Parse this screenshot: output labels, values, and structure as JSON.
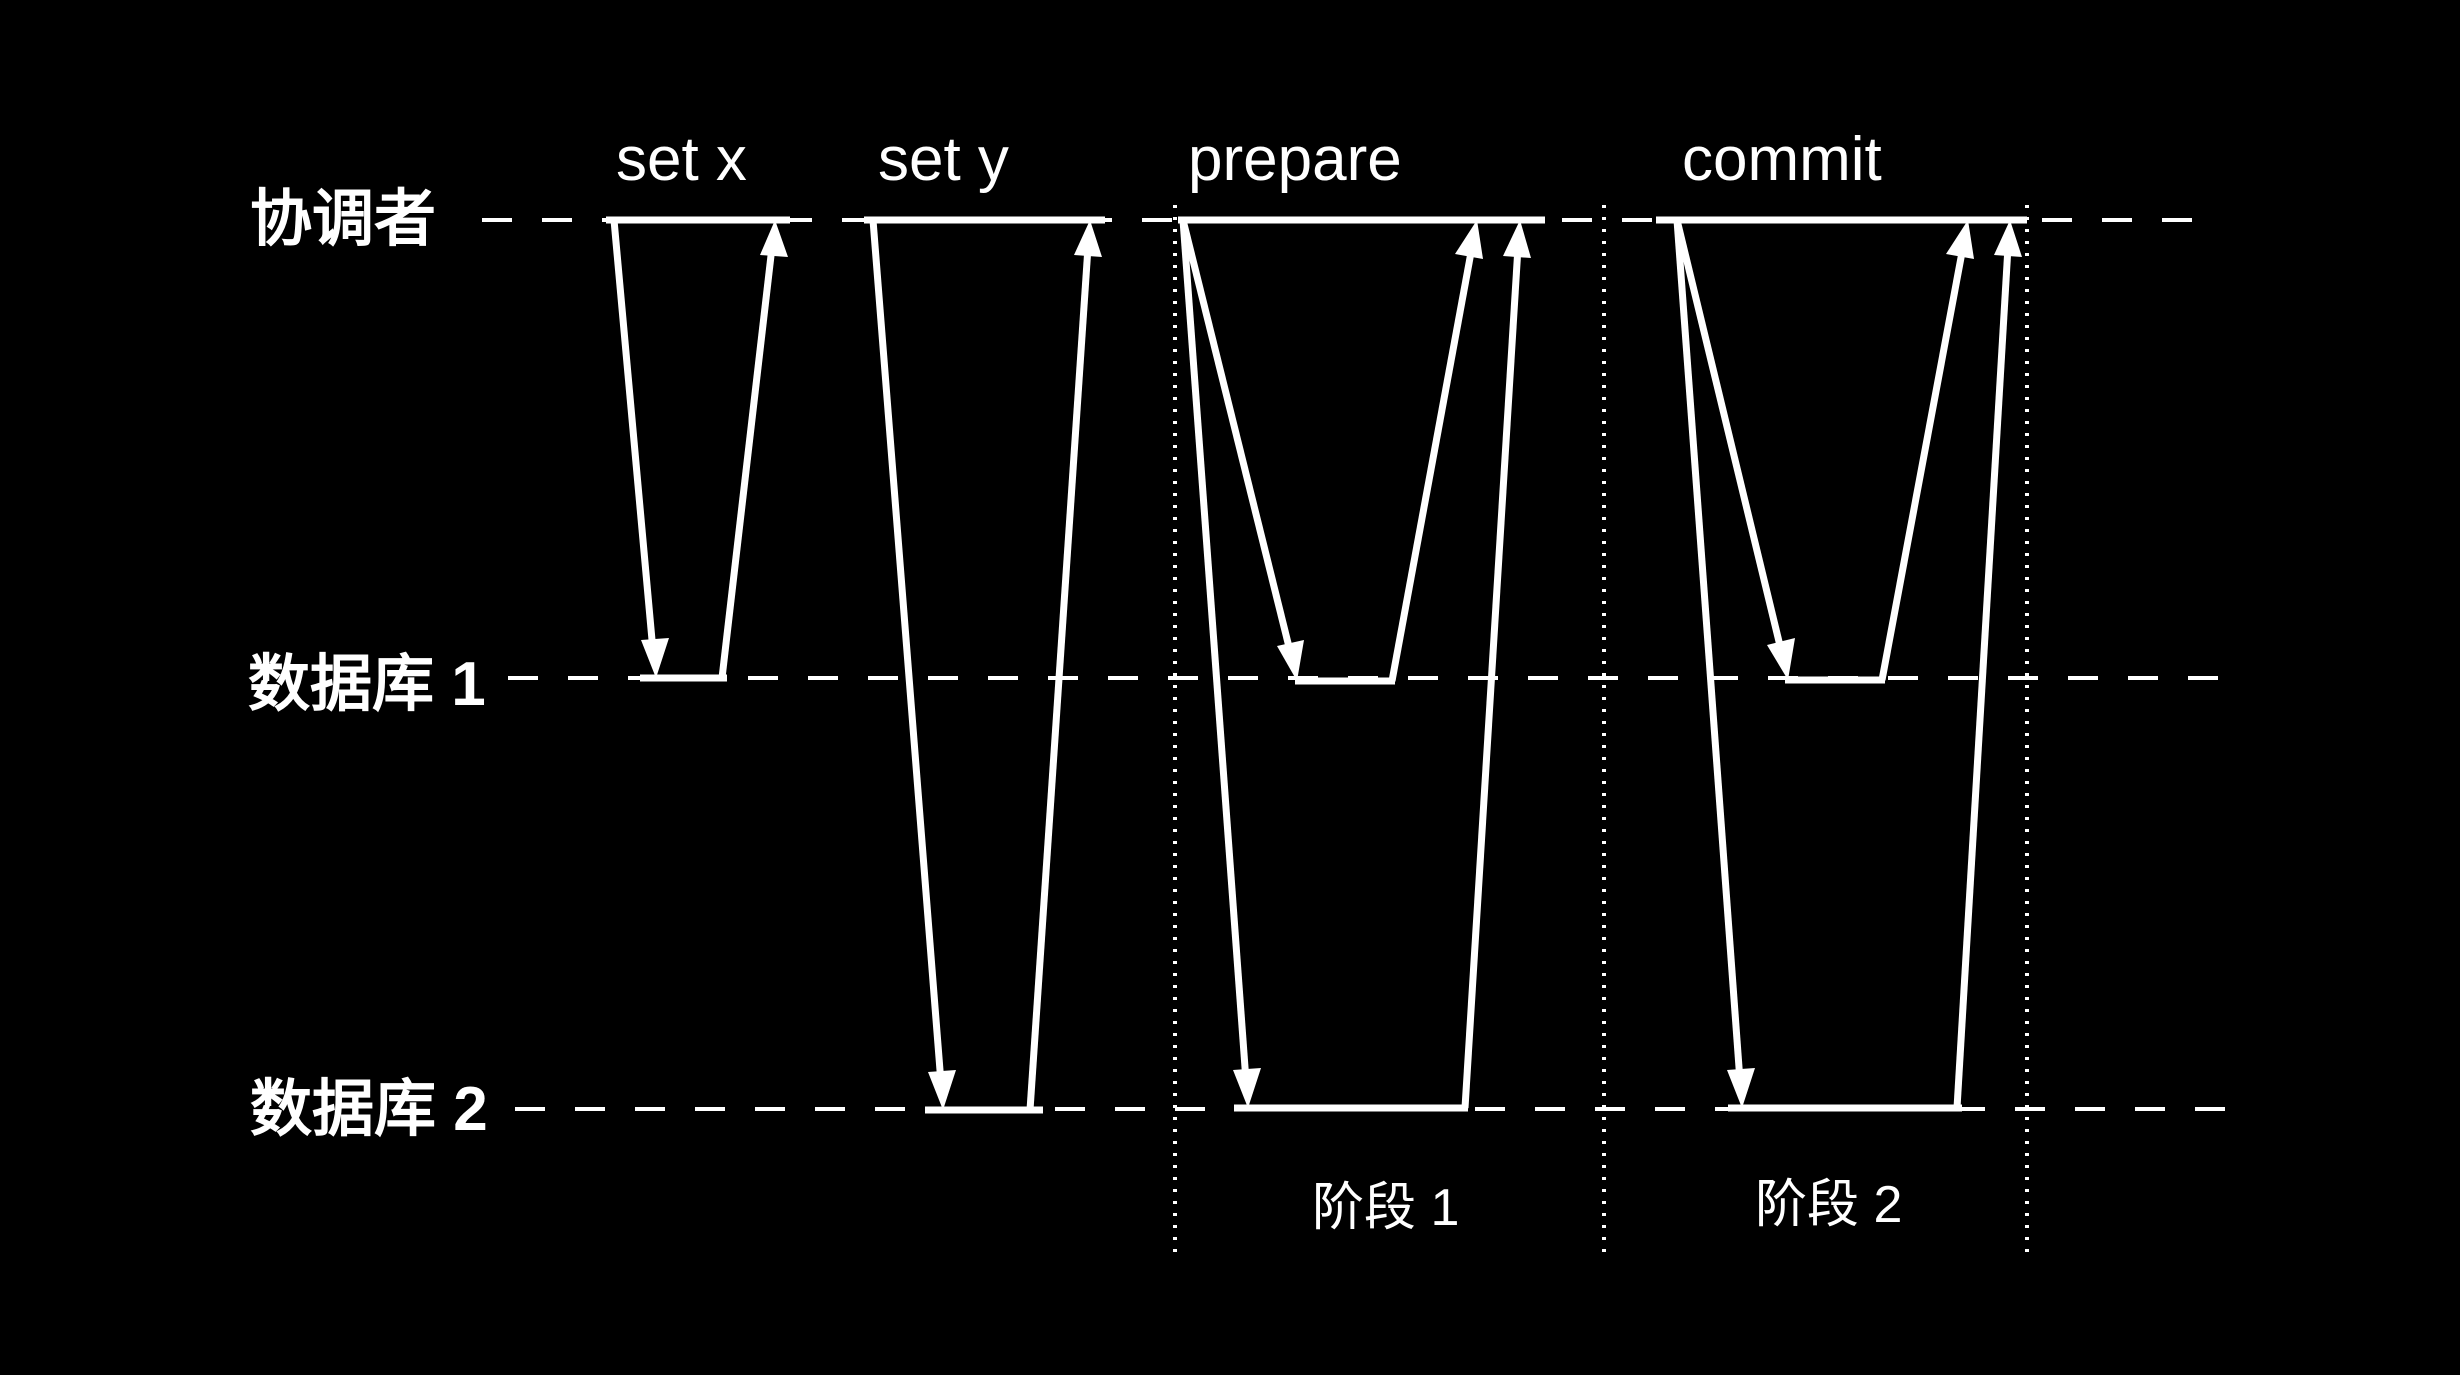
{
  "colors": {
    "background": "#000000",
    "foreground": "#ffffff"
  },
  "lanes": [
    {
      "id": "coordinator",
      "label": "协调者"
    },
    {
      "id": "db1",
      "label": "数据库 1"
    },
    {
      "id": "db2",
      "label": "数据库 2"
    }
  ],
  "operations": [
    {
      "id": "set-x",
      "label": "set x"
    },
    {
      "id": "set-y",
      "label": "set y"
    },
    {
      "id": "prepare",
      "label": "prepare"
    },
    {
      "id": "commit",
      "label": "commit"
    }
  ],
  "phases": [
    {
      "id": "phase-1",
      "label": "阶段 1"
    },
    {
      "id": "phase-2",
      "label": "阶段 2"
    }
  ],
  "messages": [
    {
      "op": "set-x",
      "from": "coordinator",
      "to": "db1"
    },
    {
      "op": "set-x",
      "from": "db1",
      "to": "coordinator"
    },
    {
      "op": "set-y",
      "from": "coordinator",
      "to": "db2"
    },
    {
      "op": "set-y",
      "from": "db2",
      "to": "coordinator"
    },
    {
      "op": "prepare",
      "from": "coordinator",
      "to": "db1"
    },
    {
      "op": "prepare",
      "from": "db1",
      "to": "coordinator"
    },
    {
      "op": "prepare",
      "from": "coordinator",
      "to": "db2"
    },
    {
      "op": "prepare",
      "from": "db2",
      "to": "coordinator"
    },
    {
      "op": "commit",
      "from": "coordinator",
      "to": "db1"
    },
    {
      "op": "commit",
      "from": "db1",
      "to": "coordinator"
    },
    {
      "op": "commit",
      "from": "coordinator",
      "to": "db2"
    },
    {
      "op": "commit",
      "from": "db2",
      "to": "coordinator"
    }
  ]
}
